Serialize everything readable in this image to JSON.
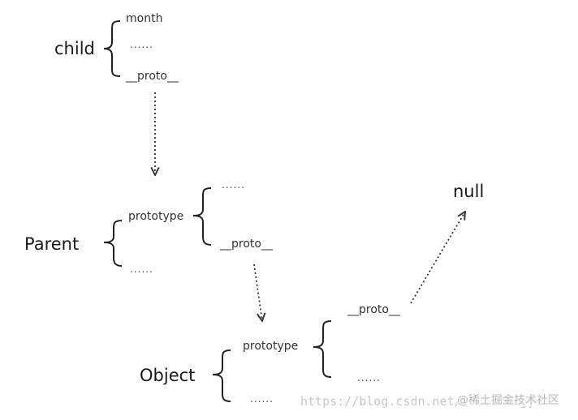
{
  "diagram": {
    "child": {
      "name": "child",
      "members": [
        "month",
        "......",
        "__proto__"
      ]
    },
    "parent": {
      "name": "Parent",
      "members": [
        "prototype",
        "......"
      ],
      "prototype_members": [
        "......",
        "__proto__"
      ]
    },
    "object": {
      "name": "Object",
      "members": [
        "prototype",
        "......"
      ],
      "prototype_members": [
        "__proto__",
        "......"
      ]
    },
    "terminal": "null"
  },
  "watermark": {
    "url": "https://blog.csdn.net/xiaochengyin",
    "brand": "@稀土掘金技术社区"
  },
  "colors": {
    "text": "#222222",
    "lines": "#333333",
    "watermark": "#c8c8c8"
  }
}
